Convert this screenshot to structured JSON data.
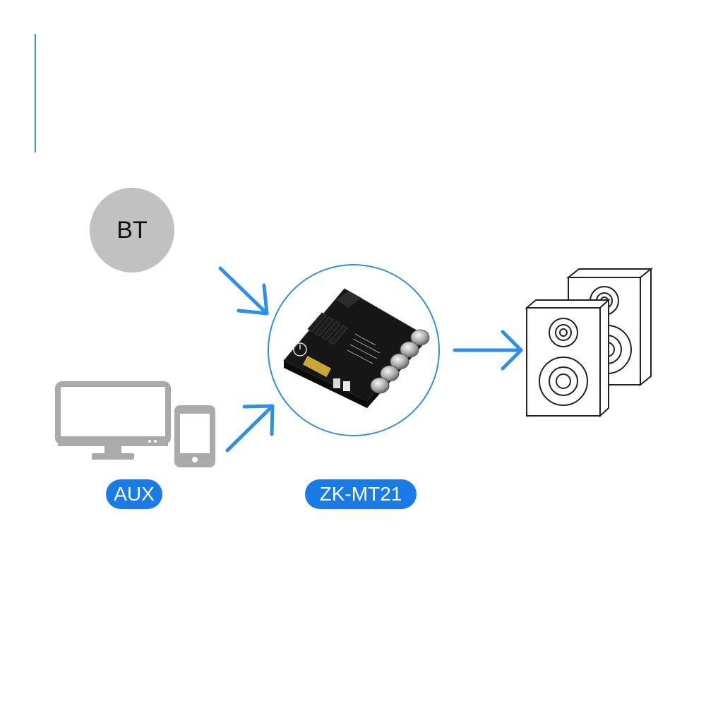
{
  "diagram": {
    "source_bt": {
      "label": "BT",
      "icon": "bluetooth-source-circle"
    },
    "source_aux": {
      "label": "AUX",
      "icons": [
        "monitor-icon",
        "smartphone-icon"
      ]
    },
    "device": {
      "label": "ZK-MT21",
      "icon": "amplifier-board-image"
    },
    "output": {
      "icon": "speakers-icon"
    },
    "colors": {
      "accent": "#1a7ae6",
      "arrow": "#2f8fe8",
      "gray_icon": "#aaaaaa",
      "bt_circle": "#c1c1c1",
      "pcb": "#141414",
      "speaker_outline": "#222222"
    }
  }
}
